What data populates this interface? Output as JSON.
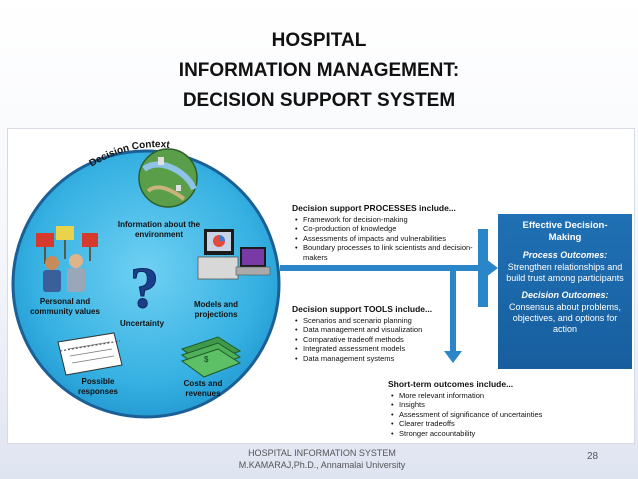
{
  "slide": {
    "title_lines": [
      "HOSPITAL",
      "INFORMATION MANAGEMENT:",
      "DECISION SUPPORT SYSTEM"
    ],
    "footer_line1": "HOSPITAL INFORMATION SYSTEM",
    "footer_line2": "M.KAMARAJ,Ph.D., Annamalai University",
    "page_number": "28"
  },
  "diagram": {
    "context_title": "Decision Context",
    "circle_labels": {
      "environment": "Information about the environment",
      "values": "Personal and community values",
      "uncertainty": "Uncertainty",
      "models": "Models and projections",
      "responses": "Possible responses",
      "costs": "Costs and revenues"
    },
    "processes": {
      "title": "Decision support PROCESSES include...",
      "items": [
        "Framework for decision-making",
        "Co-production of knowledge",
        "Assessments of impacts and vulnerabilities",
        "Boundary processes to link scientists and decision-makers"
      ]
    },
    "tools": {
      "title": "Decision support TOOLS include...",
      "items": [
        "Scenarios and scenario planning",
        "Data management and visualization",
        "Comparative tradeoff methods",
        "Integrated assessment models",
        "Data management systems"
      ]
    },
    "short_term": {
      "title": "Short-term outcomes include...",
      "items": [
        "More relevant information",
        "Insights",
        "Assessment of significance of uncertainties",
        "Clearer tradeoffs",
        "Stronger accountability"
      ]
    },
    "effective": {
      "title": "Effective Decision-Making",
      "process_heading": "Process Outcomes:",
      "process_text": "Strengthen relationships and build trust among participants",
      "decision_heading": "Decision Outcomes:",
      "decision_text": "Consensus about problems, objectives, and options for action"
    },
    "colors": {
      "circle_fill": "#2aa6de",
      "circle_stroke": "#1a5f96",
      "arrow": "#2a86c8",
      "effective_box": "#1f70b4",
      "effective_heading": "#ffffff"
    }
  }
}
